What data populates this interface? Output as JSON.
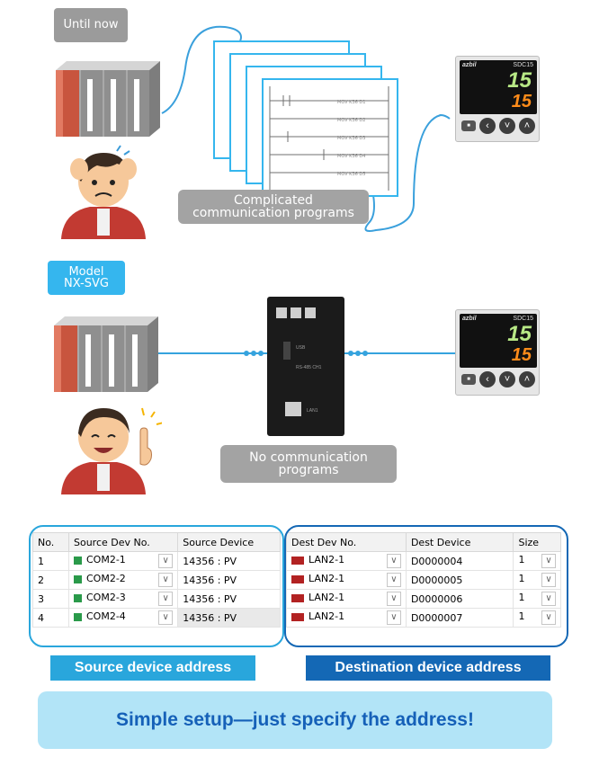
{
  "before": {
    "tag": "Until now",
    "caption_lines": [
      "Complicated",
      "communication programs"
    ],
    "controller": {
      "brand": "azbil",
      "model": "SDC15",
      "pv": "15",
      "sv": "15"
    }
  },
  "after": {
    "tag_lines": [
      "Model",
      "NX-SVG"
    ],
    "caption_lines": [
      "No communication",
      "programs"
    ],
    "device_labels": {
      "usb": "USB",
      "rs485": "RS-485 CH1",
      "lan": "LAN1"
    },
    "controller": {
      "brand": "azbil",
      "model": "SDC15",
      "pv": "15",
      "sv": "15"
    }
  },
  "source_table": {
    "headers": [
      "No.",
      "Source Dev No.",
      "Source Device"
    ],
    "rows": [
      {
        "no": "1",
        "dev": "COM2-1",
        "device": "14356 : PV"
      },
      {
        "no": "2",
        "dev": "COM2-2",
        "device": "14356 : PV"
      },
      {
        "no": "3",
        "dev": "COM2-3",
        "device": "14356 : PV"
      },
      {
        "no": "4",
        "dev": "COM2-4",
        "device": "14356 : PV"
      }
    ]
  },
  "dest_table": {
    "headers": [
      "Dest Dev No.",
      "Dest Device",
      "Size"
    ],
    "rows": [
      {
        "dev": "LAN2-1",
        "device": "D0000004",
        "size": "1"
      },
      {
        "dev": "LAN2-1",
        "device": "D0000005",
        "size": "1"
      },
      {
        "dev": "LAN2-1",
        "device": "D0000006",
        "size": "1"
      },
      {
        "dev": "LAN2-1",
        "device": "D0000007",
        "size": "1"
      }
    ]
  },
  "labels": {
    "source": "Source device address",
    "destination": "Destination device address"
  },
  "tagline": "Simple setup—just specify the address!",
  "colors": {
    "accent_light": "#29a6dc",
    "accent_dark": "#1468b5",
    "tag_blue": "#35b6ee",
    "tagline_bg": "#b2e4f7",
    "tagline_text": "#1560b8"
  }
}
